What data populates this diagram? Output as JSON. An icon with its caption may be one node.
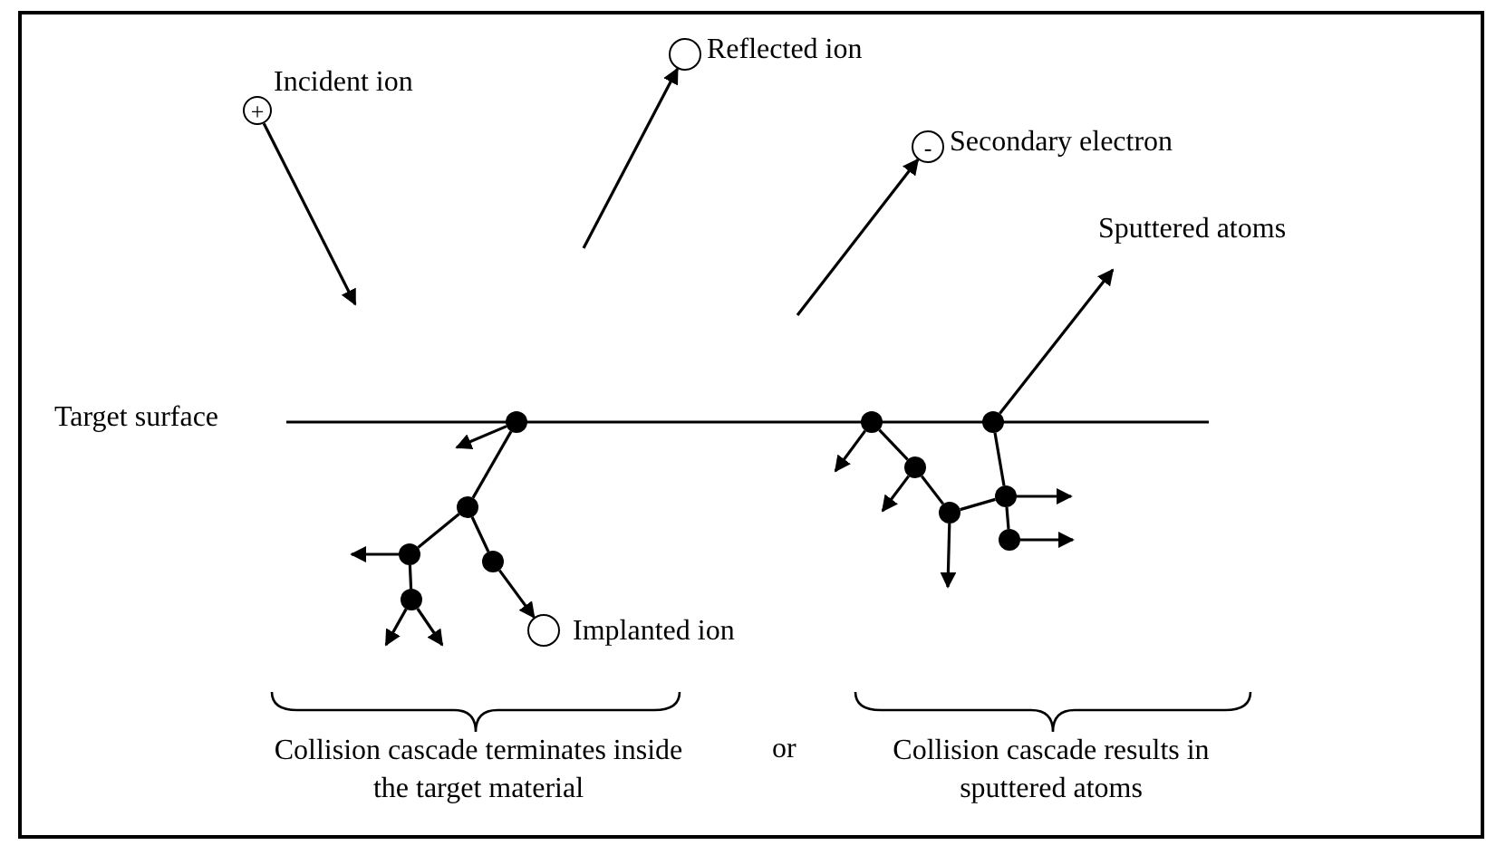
{
  "diagram": {
    "nodes": [
      {
        "text": [
          "+"
        ],
        "beside": [
          "Incident ion"
        ]
      },
      {
        "text": [],
        "shape": "circle",
        "beside": [
          "Reflected ion"
        ]
      },
      {
        "text": [
          "-"
        ],
        "beside": [
          "Secondary electron"
        ]
      },
      {
        "text": [
          "Sputtered atoms"
        ]
      },
      {
        "text": [],
        "shape": "circle"
      },
      {
        "text": [],
        "shape": "circle"
      },
      {
        "text": [],
        "shape": "circle"
      },
      {
        "text": [],
        "shape": "circle"
      },
      {
        "text": [],
        "shape": "circle"
      },
      {
        "text": [],
        "shape": "circle"
      },
      {
        "text": [],
        "shape": "circle"
      },
      {
        "text": [],
        "shape": "circle"
      },
      {
        "text": [],
        "shape": "circle"
      },
      {
        "text": [],
        "shape": "circle"
      },
      {
        "text": [],
        "shape": "circle"
      },
      {
        "text": [],
        "shape": "circle",
        "beside": [
          "Implanted ion"
        ]
      }
    ],
    "edges": [
      {
        "from": 0,
        "to": null,
        "arrow": "to"
      },
      {
        "from": null,
        "to": 1,
        "arrow": "to"
      },
      {
        "from": null,
        "to": 2,
        "arrow": "to"
      },
      {
        "from": 6,
        "to": 3,
        "arrow": "to"
      },
      {
        "from": 4,
        "to": null,
        "arrow": "to"
      },
      {
        "from": 4,
        "to": 9,
        "arrow": "none"
      },
      {
        "from": 9,
        "to": 12,
        "arrow": "none"
      },
      {
        "from": 9,
        "to": 13,
        "arrow": "none"
      },
      {
        "from": 13,
        "to": 15,
        "arrow": "to"
      },
      {
        "from": 12,
        "to": null,
        "arrow": "to"
      },
      {
        "from": 12,
        "to": 14,
        "arrow": "none"
      },
      {
        "from": 14,
        "to": null,
        "arrow": "to"
      },
      {
        "from": 14,
        "to": null,
        "arrow": "to"
      },
      {
        "from": 5,
        "to": 7,
        "arrow": "none"
      },
      {
        "from": 5,
        "to": null,
        "arrow": "to"
      },
      {
        "from": 7,
        "to": null,
        "arrow": "to"
      },
      {
        "from": 7,
        "to": 10,
        "arrow": "none"
      },
      {
        "from": 10,
        "to": null,
        "arrow": "to"
      },
      {
        "from": 10,
        "to": 8,
        "arrow": "none"
      },
      {
        "from": 6,
        "to": 8,
        "arrow": "none"
      },
      {
        "from": 8,
        "to": null,
        "arrow": "to"
      },
      {
        "from": 8,
        "to": 11,
        "arrow": "none"
      },
      {
        "from": 11,
        "to": null,
        "arrow": "to"
      }
    ],
    "labels": [
      "Target surface",
      "Collision cascade terminates inside the target material",
      "or",
      "Collision cascade results in sputtered atoms"
    ]
  }
}
